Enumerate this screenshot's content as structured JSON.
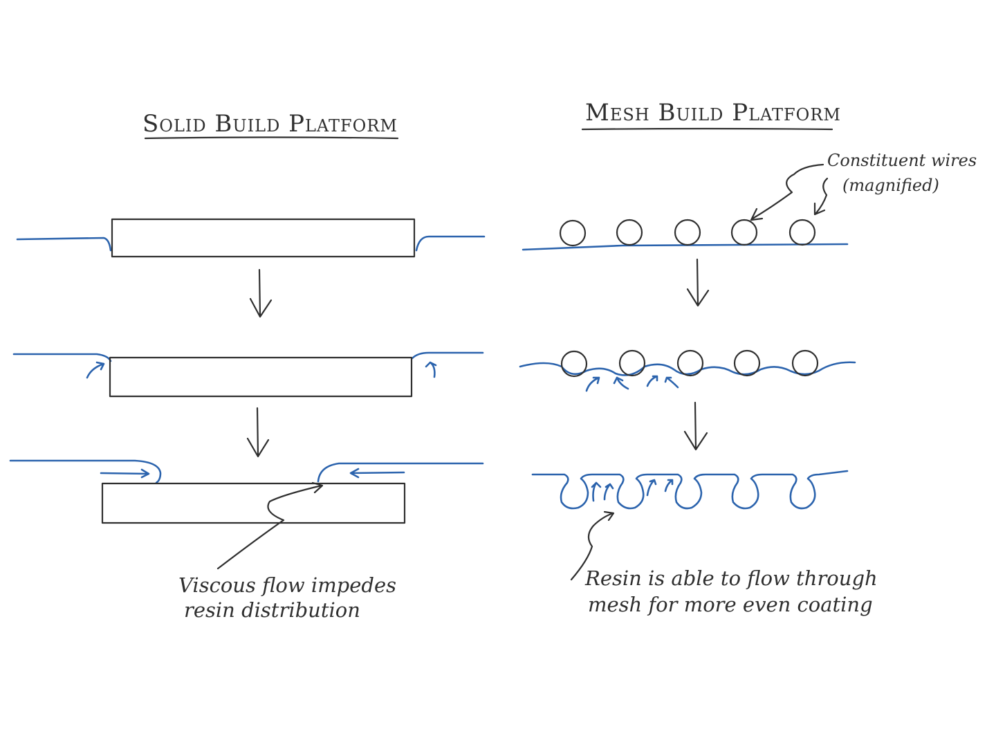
{
  "left_panel": {
    "title": "Solid Build Platform",
    "note_line1": "Viscous flow impedes",
    "note_line2": "resin distribution"
  },
  "right_panel": {
    "title": "Mesh Build Platform",
    "wires_label_line1": "Constituent wires",
    "wires_label_line2": "(magnified)",
    "note_line1": "Resin is able to flow through",
    "note_line2": "mesh for more even coating"
  },
  "colors": {
    "ink": "#2f2f2f",
    "resin": "#2b63ad",
    "background": "#ffffff"
  }
}
